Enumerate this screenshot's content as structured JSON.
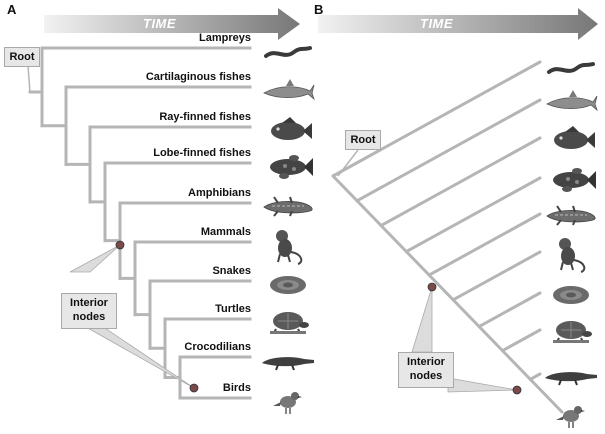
{
  "panels": {
    "a": {
      "letter": "A",
      "time_label": "TIME",
      "root_label": "Root",
      "interior_label_line1": "Interior",
      "interior_label_line2": "nodes",
      "taxa": [
        {
          "label": "Lampreys",
          "icon": "lamprey-icon"
        },
        {
          "label": "Cartilaginous fishes",
          "icon": "shark-icon"
        },
        {
          "label": "Ray-finned fishes",
          "icon": "ray-finned-fish-icon"
        },
        {
          "label": "Lobe-finned fishes",
          "icon": "lobe-finned-fish-icon"
        },
        {
          "label": "Amphibians",
          "icon": "salamander-icon"
        },
        {
          "label": "Mammals",
          "icon": "monkey-icon"
        },
        {
          "label": "Snakes",
          "icon": "snake-icon"
        },
        {
          "label": "Turtles",
          "icon": "turtle-icon"
        },
        {
          "label": "Crocodilians",
          "icon": "crocodile-icon"
        },
        {
          "label": "Birds",
          "icon": "bird-icon"
        }
      ]
    },
    "b": {
      "letter": "B",
      "time_label": "TIME",
      "root_label": "Root",
      "interior_label_line1": "Interior",
      "interior_label_line2": "nodes"
    }
  },
  "colors": {
    "branch": "#b5b5b5",
    "node": "#7a4a4a",
    "arrow_dark": "#7a7a7a",
    "arrow_light": "#ececec"
  }
}
